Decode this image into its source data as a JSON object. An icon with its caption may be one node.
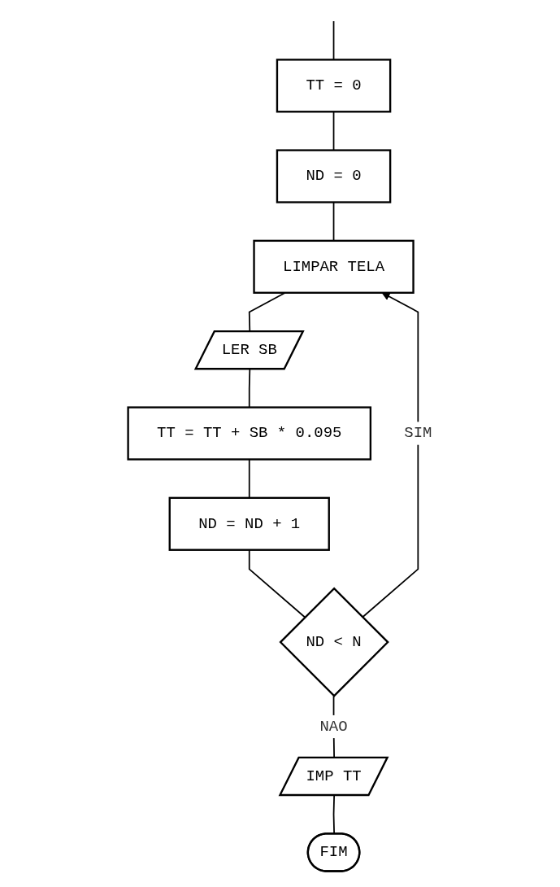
{
  "diagram": {
    "nodes": [
      {
        "text": [
          "TT = 0"
        ]
      },
      {
        "text": [
          "ND = 0"
        ]
      },
      {
        "text": [
          "LIMPAR TELA"
        ]
      },
      {
        "text": [
          "LER SB"
        ]
      },
      {
        "text": [
          "TT = TT + SB * 0.095"
        ]
      },
      {
        "text": [
          "ND = ND + 1"
        ]
      },
      {
        "text": [
          "ND < N"
        ]
      },
      {
        "text": [
          "IMP TT"
        ]
      },
      {
        "text": [
          "FIM"
        ]
      }
    ],
    "edges": [
      {
        "from": null,
        "to": 0,
        "arrow": "none"
      },
      {
        "from": 0,
        "to": 1,
        "arrow": "none"
      },
      {
        "from": 1,
        "to": 2,
        "arrow": "none"
      },
      {
        "from": 2,
        "to": 3,
        "arrow": "none"
      },
      {
        "from": 3,
        "to": 4,
        "arrow": "none"
      },
      {
        "from": 4,
        "to": 5,
        "arrow": "none"
      },
      {
        "from": 5,
        "to": 6,
        "arrow": "none"
      },
      {
        "from": 6,
        "to": 2,
        "arrow": "to",
        "label": "SIM"
      },
      {
        "from": 6,
        "to": 7,
        "arrow": "none",
        "label": "NAO"
      },
      {
        "from": 7,
        "to": 8,
        "arrow": "none"
      }
    ]
  }
}
